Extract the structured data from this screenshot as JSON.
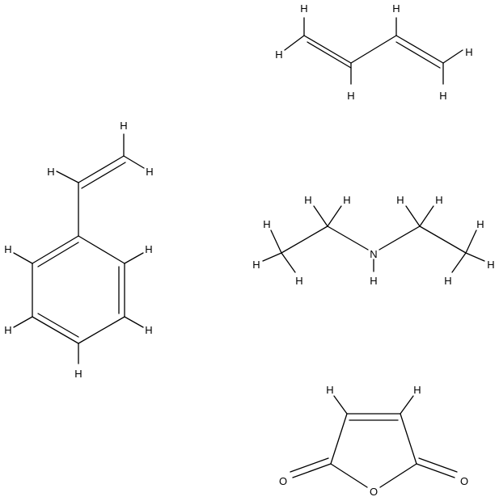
{
  "molecules": [
    {
      "id": "butadiene",
      "labels": [
        "H",
        "H",
        "H",
        "H",
        "H",
        "H"
      ]
    },
    {
      "id": "styrene",
      "labels": [
        "H",
        "H",
        "H",
        "H",
        "H",
        "H",
        "H",
        "H"
      ]
    },
    {
      "id": "diethylamine",
      "labels": [
        "H",
        "H",
        "H",
        "H",
        "H",
        "H",
        "H",
        "H",
        "H",
        "H",
        "N",
        "H"
      ]
    },
    {
      "id": "maleic-anhydride",
      "labels": [
        "H",
        "H",
        "O",
        "O",
        "O"
      ]
    }
  ]
}
